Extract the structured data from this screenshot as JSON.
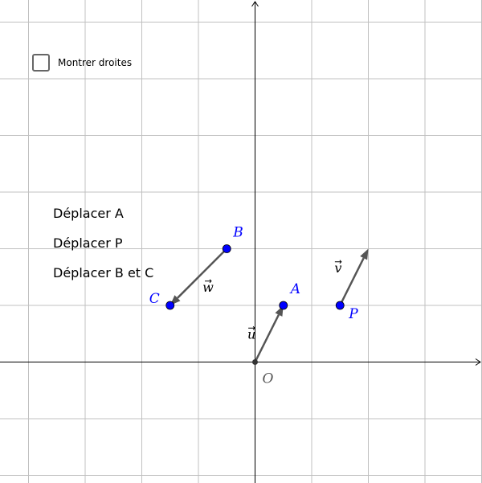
{
  "checkbox": {
    "label": "Montrer droites",
    "checked": false
  },
  "buttons": [
    {
      "label": "Déplacer A"
    },
    {
      "label": "Déplacer P"
    },
    {
      "label": "Déplacer B et C"
    }
  ],
  "points": {
    "A": {
      "label": "A",
      "x": 0.5,
      "y": 1
    },
    "B": {
      "label": "B",
      "x": -0.5,
      "y": 2
    },
    "C": {
      "label": "C",
      "x": -1.5,
      "y": 1
    },
    "P": {
      "label": "P",
      "x": 1.5,
      "y": 1
    },
    "O": {
      "label": "O",
      "x": 0,
      "y": 0
    }
  },
  "vectors": [
    {
      "label": "u",
      "from": "O",
      "to": "A"
    },
    {
      "label": "v",
      "from": "P",
      "to": "P+u"
    },
    {
      "label": "w",
      "from": "B",
      "to": "C"
    }
  ],
  "colors": {
    "point": "#0000ff",
    "point_label": "#0000ff",
    "vector": "#555555",
    "axes": "#000000",
    "grid": "#c0c0c0",
    "origin": "#333333"
  },
  "grid": {
    "show": true,
    "step": 1
  }
}
